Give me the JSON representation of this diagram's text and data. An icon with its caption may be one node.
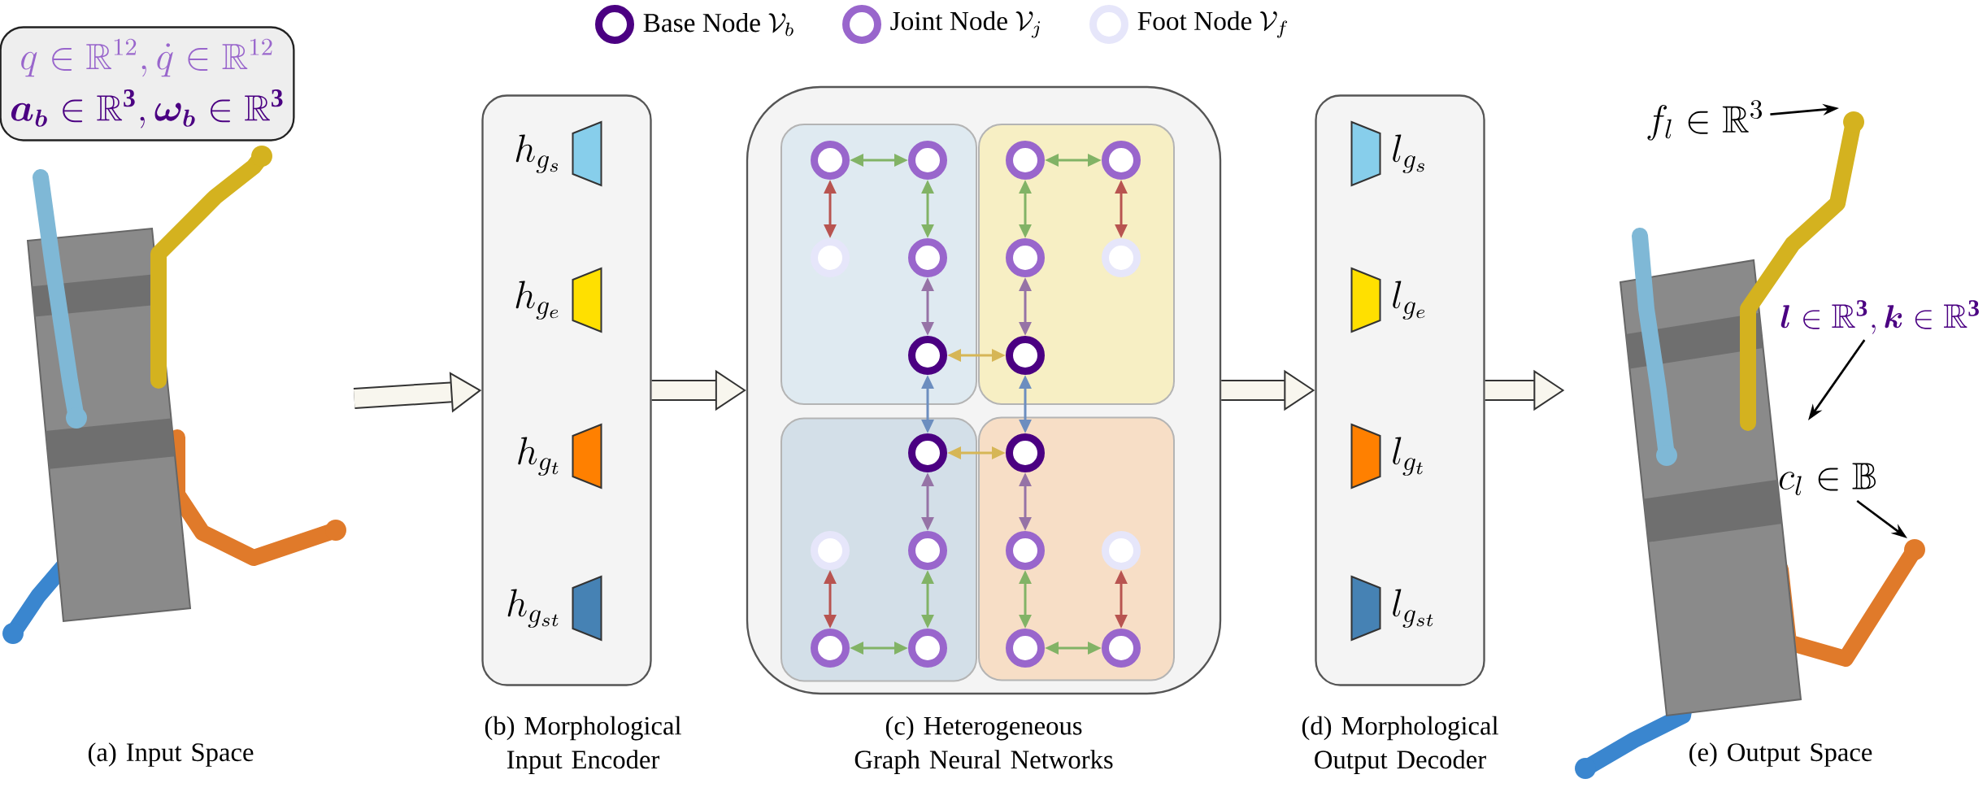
{
  "diagram": {
    "nodes": [
      {
        "text": [
          "q \\in \\mathbb{R}^{12}, \\dot{q} \\in \\mathbb{R}^{12}",
          "\\boldsymbol{a_b} \\in \\mathbb{R}^{\\mathbf{3}}, \\boldsymbol{\\omega_b} \\in \\mathbb{R}^{\\mathbf{3}}"
        ]
      },
      {
        "text": [],
        "shape": "picture"
      },
      {
        "text": [],
        "shape": "box"
      },
      {
        "text": [
          "h_{g_s}"
        ],
        "in": 2
      },
      {
        "text": [
          "h_{g_e}"
        ],
        "in": 2
      },
      {
        "text": [
          "h_{g_t}"
        ],
        "in": 2
      },
      {
        "text": [
          "h_{g_{st}}"
        ],
        "in": 2
      },
      {
        "text": [],
        "shape": "box"
      },
      {
        "text": [],
        "shape": "box",
        "in": 7
      },
      {
        "text": [],
        "shape": "box",
        "in": 7
      },
      {
        "text": [],
        "shape": "box",
        "in": 7
      },
      {
        "text": [],
        "shape": "box",
        "in": 7
      },
      {
        "text": [],
        "shape": "circle",
        "in": 8
      },
      {
        "text": [],
        "shape": "circle",
        "in": 8
      },
      {
        "text": [],
        "shape": "circle",
        "in": 8
      },
      {
        "text": [],
        "shape": "circle",
        "in": 8
      },
      {
        "text": [],
        "shape": "circle",
        "in": 8
      },
      {
        "text": [],
        "shape": "circle",
        "in": 9
      },
      {
        "text": [],
        "shape": "circle",
        "in": 9
      },
      {
        "text": [],
        "shape": "circle",
        "in": 9
      },
      {
        "text": [],
        "shape": "circle",
        "in": 9
      },
      {
        "text": [],
        "shape": "circle",
        "in": 9
      },
      {
        "text": [],
        "shape": "circle",
        "in": 10
      },
      {
        "text": [],
        "shape": "circle",
        "in": 10
      },
      {
        "text": [],
        "shape": "circle",
        "in": 10
      },
      {
        "text": [],
        "shape": "circle",
        "in": 10
      },
      {
        "text": [],
        "shape": "circle",
        "in": 10
      },
      {
        "text": [],
        "shape": "circle",
        "in": 11
      },
      {
        "text": [],
        "shape": "circle",
        "in": 11
      },
      {
        "text": [],
        "shape": "circle",
        "in": 11
      },
      {
        "text": [],
        "shape": "circle",
        "in": 11
      },
      {
        "text": [],
        "shape": "circle",
        "in": 11
      },
      {
        "text": [],
        "shape": "box"
      },
      {
        "text": [
          "l_{g_s}"
        ],
        "in": 32
      },
      {
        "text": [
          "l_{g_e}"
        ],
        "in": 32
      },
      {
        "text": [
          "l_{g_t}"
        ],
        "in": 32
      },
      {
        "text": [
          "l_{g_{st}}"
        ],
        "in": 32
      },
      {
        "text": [],
        "shape": "picture"
      },
      {
        "text": [
          "f_l \\in \\mathbb{R}^3"
        ],
        "in": 37
      },
      {
        "text": [
          "\\boldsymbol{l} \\in \\mathbb{R}^{\\mathbf{3}}, \\boldsymbol{k} \\in \\mathbb{R}^{\\mathbf{3}}"
        ],
        "in": 37
      },
      {
        "text": [
          "c_l \\in \\mathbb{B}"
        ],
        "in": 37
      }
    ],
    "edges": [
      {
        "from": 12,
        "to": 13,
        "arrow": "both"
      },
      {
        "from": 12,
        "to": 14,
        "arrow": "both",
        "color": "#b85450"
      },
      {
        "from": 13,
        "to": 15,
        "arrow": "both"
      },
      {
        "from": 15,
        "to": 16,
        "arrow": "both",
        "color": "#9673a6"
      },
      {
        "from": 16,
        "to": 21,
        "arrow": "both",
        "color": "#d6b656"
      },
      {
        "from": 17,
        "to": 18,
        "arrow": "both"
      },
      {
        "from": 18,
        "to": 20,
        "arrow": "both",
        "color": "#b85450"
      },
      {
        "from": 17,
        "to": 19,
        "arrow": "both"
      },
      {
        "from": 19,
        "to": 21,
        "arrow": "both",
        "color": "#9673a6"
      },
      {
        "from": 16,
        "to": 22,
        "arrow": "both",
        "color": "#6c8ebf"
      },
      {
        "from": 21,
        "to": 27,
        "arrow": "both",
        "color": "#6c8ebf"
      },
      {
        "from": 22,
        "to": 27,
        "arrow": "both",
        "color": "#d6b656"
      },
      {
        "from": 22,
        "to": 24,
        "arrow": "both",
        "color": "#9673a6"
      },
      {
        "from": 24,
        "to": 26,
        "arrow": "both"
      },
      {
        "from": 23,
        "to": 25,
        "arrow": "both",
        "color": "#b85450"
      },
      {
        "from": 25,
        "to": 26,
        "arrow": "both"
      },
      {
        "from": 27,
        "to": 28,
        "arrow": "both",
        "color": "#9673a6"
      },
      {
        "from": 28,
        "to": 30,
        "arrow": "both"
      },
      {
        "from": 29,
        "to": 31,
        "arrow": "both",
        "color": "#b85450"
      },
      {
        "from": 30,
        "to": 31,
        "arrow": "both"
      },
      {
        "from": 1,
        "to": 2,
        "arrow": "to",
        "style": "thick",
        "color": "#333333"
      },
      {
        "from": 2,
        "to": 7,
        "arrow": "to",
        "style": "thick",
        "color": "#333333"
      },
      {
        "from": 7,
        "to": 32,
        "arrow": "to",
        "style": "thick",
        "color": "#333333"
      },
      {
        "from": 32,
        "to": 37,
        "arrow": "to",
        "style": "thick",
        "color": "#333333"
      },
      {
        "from": 38,
        "to": 37,
        "arrow": "to",
        "color": "#000000"
      },
      {
        "from": 39,
        "to": 37,
        "arrow": "to",
        "color": "#000000"
      },
      {
        "from": 40,
        "to": 37,
        "arrow": "to",
        "color": "#000000"
      }
    ],
    "labels": [
      "(a) Input Space",
      "(b) Morphological Input Encoder",
      "(c) Heterogeneous Graph Neural Networks",
      "(d) Morphological Output Decoder",
      "(e) Output Space"
    ],
    "legend": [
      {
        "text": "\\text{Base Node }\\mathcal{V}_b"
      },
      {
        "text": "\\text{Joint Node }\\mathcal{V}_j"
      },
      {
        "text": "\\text{Foot Node }\\mathcal{V}_f"
      }
    ]
  }
}
